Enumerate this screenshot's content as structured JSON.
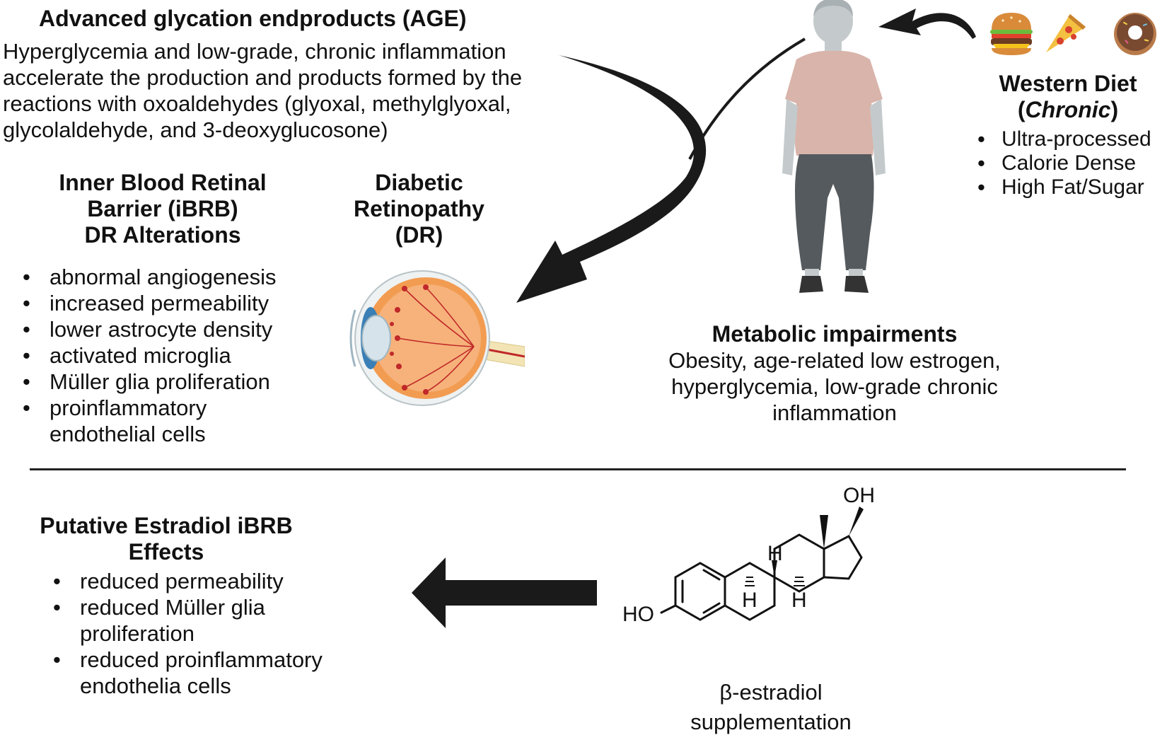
{
  "age": {
    "title": "Advanced glycation endproducts (AGE)",
    "description": "Hyperglycemia and low-grade, chronic inflammation accelerate the production and products formed by the reactions with oxoaldehydes (glyoxal, methylglyoxal, glycolaldehyde, and 3-deoxyglucosone)"
  },
  "ibrb": {
    "heading_line1": "Inner Blood Retinal",
    "heading_line2": "Barrier (iBRB)",
    "heading_line3": "DR Alterations",
    "items": [
      "abnormal angiogenesis",
      "increased permeability",
      "lower astrocyte density",
      "activated microglia",
      "Müller glia proliferation",
      "proinflammatory endothelial cells"
    ]
  },
  "dr": {
    "heading_line1": "Diabetic",
    "heading_line2": "Retinopathy",
    "heading_line3": "(DR)"
  },
  "western_diet": {
    "title": "Western Diet",
    "subtitle_open": "(",
    "subtitle_italic": "Chronic",
    "subtitle_close": ")",
    "items": [
      "Ultra-processed",
      "Calorie Dense",
      "High Fat/Sugar"
    ]
  },
  "metabolic": {
    "title": "Metabolic impairments",
    "description": "Obesity, age-related low estrogen, hyperglycemia, low-grade chronic inflammation"
  },
  "estradiol_effects": {
    "heading_line1": "Putative Estradiol iBRB",
    "heading_line2": "Effects",
    "items": [
      "reduced permeability",
      "reduced Müller glia proliferation",
      "reduced proinflammatory endothelia cells"
    ]
  },
  "molecule": {
    "label_oh": "OH",
    "label_ho": "HO",
    "label_h": "H",
    "caption_line1": "β-estradiol",
    "caption_line2": "supplementation"
  },
  "icons": {
    "diet_food": [
      "burger-icon",
      "pizza-icon",
      "donut-icon"
    ],
    "person": "person-icon",
    "eye": "eye-icon"
  },
  "colors": {
    "arrow": "#1a1a1a",
    "shirt": "#d9b4aa",
    "pants": "#555a5e",
    "skin": "#c4cacc",
    "eye_orange": "#f29c52",
    "vessel_red": "#c0282a"
  }
}
